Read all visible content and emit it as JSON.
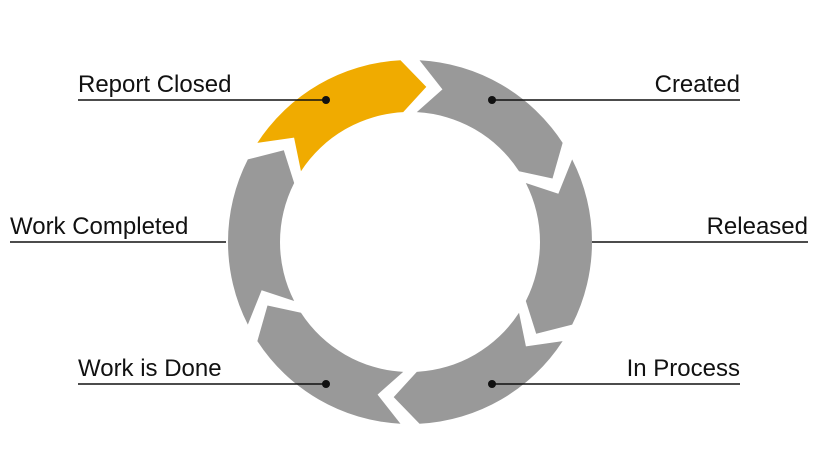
{
  "diagram": {
    "type": "cycle",
    "stages": [
      {
        "label": "Created",
        "active": true
      },
      {
        "label": "Released",
        "active": false
      },
      {
        "label": "In Process",
        "active": false
      },
      {
        "label": "Work is Done",
        "active": false
      },
      {
        "label": "Work Completed",
        "active": false
      },
      {
        "label": "Report Closed",
        "active": false
      }
    ]
  },
  "colors": {
    "active": "#f0ab00",
    "inactive": "#999999",
    "text": "#111111",
    "background": "#ffffff"
  }
}
